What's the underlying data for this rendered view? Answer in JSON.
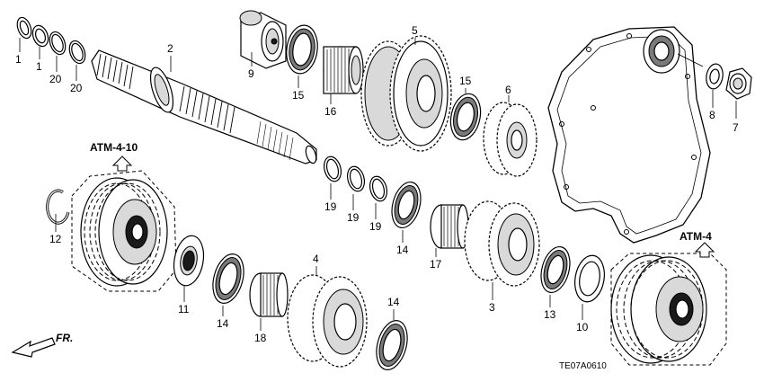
{
  "callouts": {
    "c1a": "1",
    "c1b": "1",
    "c20a": "20",
    "c20b": "20",
    "c2": "2",
    "c9": "9",
    "c15a": "15",
    "c16": "16",
    "c5": "5",
    "c15b": "15",
    "c6": "6",
    "c8": "8",
    "c7": "7",
    "c19a": "19",
    "c19b": "19",
    "c19c": "19",
    "c14a": "14",
    "c17": "17",
    "c3": "3",
    "c13": "13",
    "c10": "10",
    "c12": "12",
    "c11": "11",
    "c14b": "14",
    "c18": "18",
    "c4": "4",
    "c14c": "14"
  },
  "references": {
    "atm_4_10": "ATM-4-10",
    "atm_4": "ATM-4"
  },
  "direction_label": "FR.",
  "diagram_code": "TE07A0610"
}
